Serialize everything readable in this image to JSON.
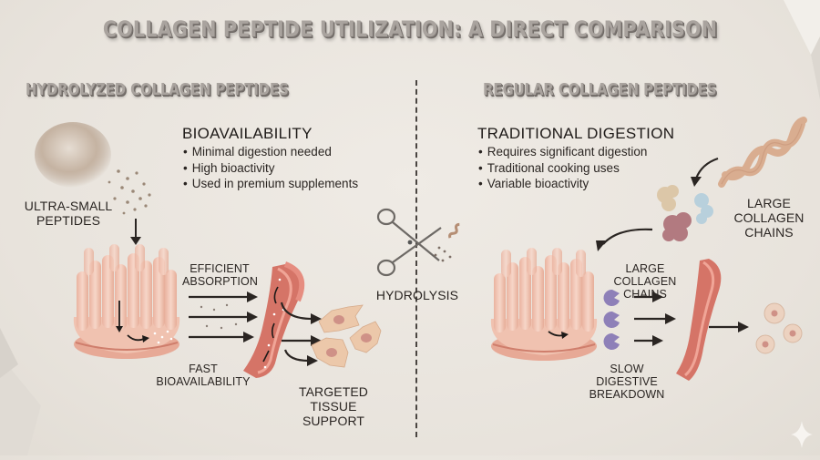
{
  "title": "COLLAGEN PEPTIDE UTILIZATION: A DIRECT COMPARISON",
  "left": {
    "section_title": "HYDROLYZED COLLAGEN PEPTIDES",
    "heading": "BIOAVAILABILITY",
    "bullets": [
      "Minimal digestion needed",
      "High bioactivity",
      "Used in premium supplements"
    ],
    "labels": {
      "powder": [
        "ULTRA-SMALL",
        "PEPTIDES"
      ],
      "absorption": [
        "EFFICIENT",
        "ABSORPTION"
      ],
      "fast": [
        "FAST",
        "BIOAVAILABILITY"
      ],
      "tissue": [
        "TARGETED",
        "TISSUE SUPPORT"
      ]
    }
  },
  "center": {
    "label": "HYDROLYSIS",
    "icon": "scissors-icon"
  },
  "right": {
    "section_title": "REGULAR COLLAGEN PEPTIDES",
    "heading": "TRADITIONAL DIGESTION",
    "bullets": [
      "Requires significant digestion",
      "Traditional cooking uses",
      "Variable bioactivity"
    ],
    "labels": {
      "chains": [
        "LARGE",
        "COLLAGEN",
        "CHAINS"
      ],
      "chains_mid": [
        "LARGE COLLAGEN",
        "CHAINS"
      ],
      "slow": [
        "SLOW DIGESTIVE",
        "BREAKDOWN"
      ]
    }
  },
  "colors": {
    "background": "#ebe7e1",
    "title_text": "#a9a39e",
    "villi": "#f2c6b4",
    "vessel": "#d9776c",
    "cell": "#ecc9ad",
    "enzyme": "#8e80b8",
    "arrow": "#2a2522"
  }
}
